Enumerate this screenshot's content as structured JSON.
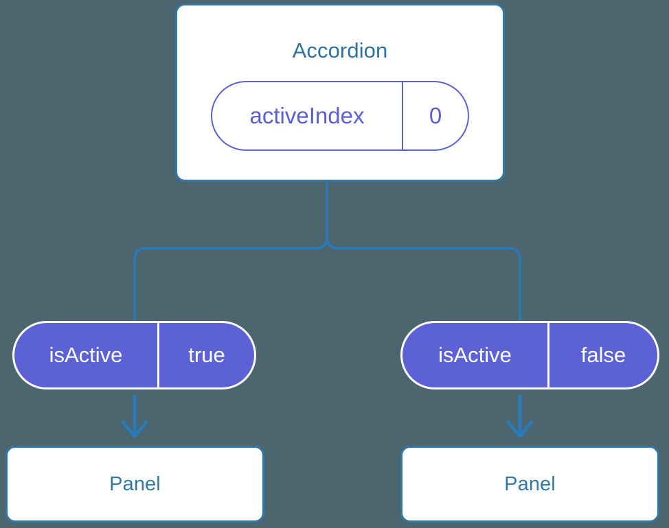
{
  "diagram": {
    "background_color": "#4c6670",
    "accent_blue": "#3178a8",
    "accent_purple": "#5c62d6",
    "root": {
      "title": "Accordion",
      "prop": {
        "key": "activeIndex",
        "value": "0"
      }
    },
    "branches": [
      {
        "prop": {
          "key": "isActive",
          "value": "true"
        },
        "child_title": "Panel"
      },
      {
        "prop": {
          "key": "isActive",
          "value": "false"
        },
        "child_title": "Panel"
      }
    ]
  }
}
